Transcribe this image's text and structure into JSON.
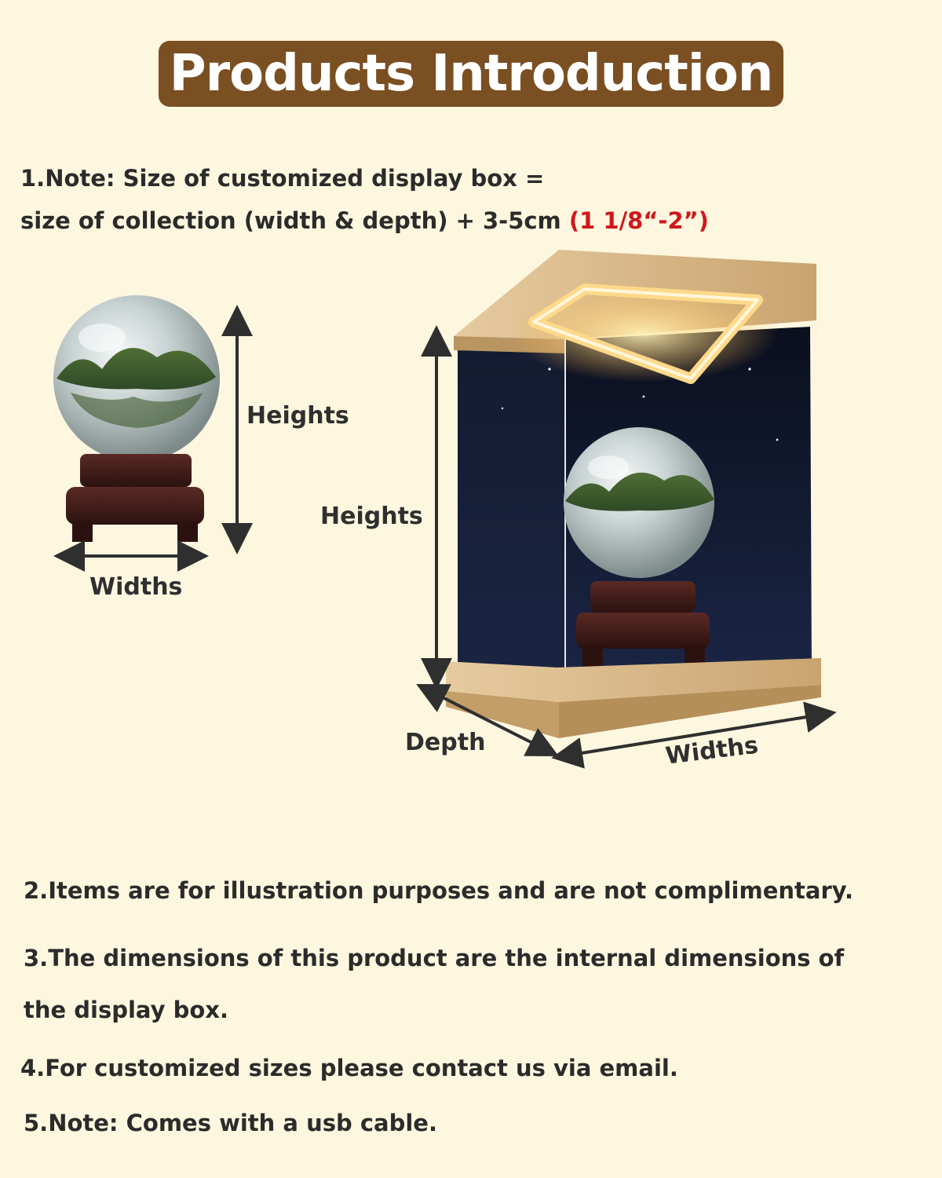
{
  "title": "Products Introduction",
  "note1": {
    "line1": "1.Note: Size of customized display box =",
    "line2_prefix": "size of collection (width & depth) + 3-5cm ",
    "line2_highlight": "(1 1/8“-2”)"
  },
  "labels": {
    "ball_height": "Heights",
    "ball_width": "Widths",
    "box_height": "Heights",
    "box_depth": "Depth",
    "box_width": "Widths"
  },
  "notes": [
    "2.Items are for illustration purposes and are not complimentary.",
    "3.The dimensions of this product are the internal dimensions of",
    "the display box.",
    "4.For customized sizes please contact us via email.",
    "5.Note: Comes with a usb cable."
  ],
  "colors": {
    "background": "#fdf7df",
    "title_bg": "#7a4f22",
    "highlight": "#d0181c",
    "wood": "#d9b98a"
  }
}
